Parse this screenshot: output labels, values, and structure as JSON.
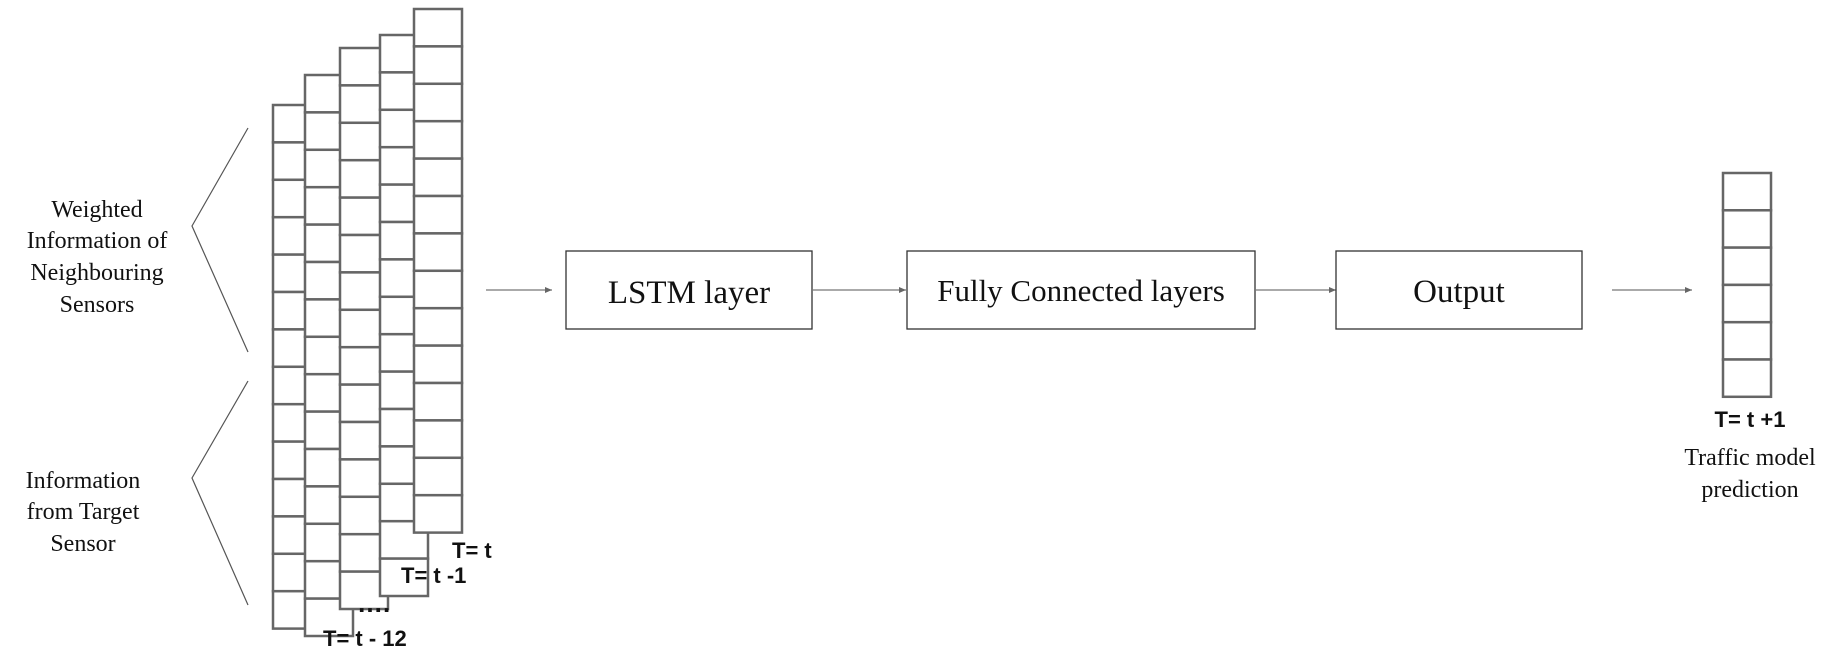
{
  "inputs": {
    "neighbours_label": [
      "Weighted",
      "Information of",
      "Neighbouring",
      "Sensors"
    ],
    "target_label": [
      "Information",
      "from Target",
      "Sensor"
    ]
  },
  "timesteps": {
    "t": "T= t",
    "t_minus_1": "T= t -1",
    "ellipsis": "….",
    "t_minus_12": "T= t - 12"
  },
  "blocks": {
    "lstm": "LSTM layer",
    "fc": "Fully Connected layers",
    "output": "Output"
  },
  "result": {
    "timestep": "T= t +1",
    "caption": [
      "Traffic model",
      "prediction"
    ]
  }
}
